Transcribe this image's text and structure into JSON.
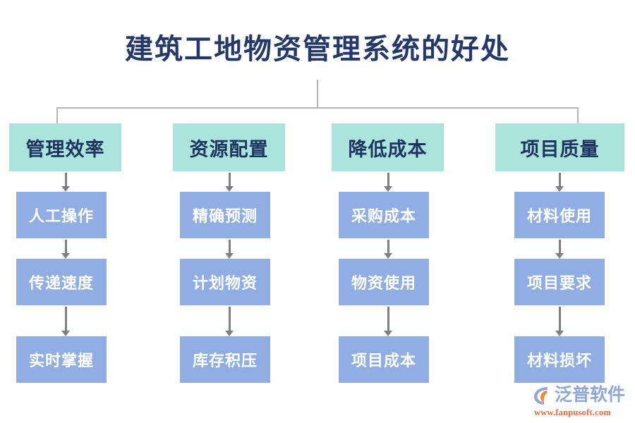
{
  "title": "建筑工地物资管理系统的好处",
  "colors": {
    "title_text": "#24386b",
    "header_box_fill": "#ABE4DD",
    "header_box_text": "#1d3461",
    "item_box_fill": "#90AEE3",
    "item_box_text": "#ffffff",
    "connector_line": "#b6b6b6",
    "arrow": "#808080",
    "background": "#ffffff",
    "logo_word": "#8fa8d6",
    "logo_url": "#e86a38"
  },
  "columns": [
    {
      "header": "管理效率",
      "items": [
        "人工操作",
        "传递速度",
        "实时掌握"
      ]
    },
    {
      "header": "资源配置",
      "items": [
        "精确预测",
        "计划物资",
        "库存积压"
      ]
    },
    {
      "header": "降低成本",
      "items": [
        "采购成本",
        "物资使用",
        "项目成本"
      ]
    },
    {
      "header": "项目质量",
      "items": [
        "材料使用",
        "项目要求",
        "材料损坏"
      ]
    }
  ],
  "logo": {
    "brand": "泛普软件",
    "url": "www.fanpusoft.com"
  }
}
